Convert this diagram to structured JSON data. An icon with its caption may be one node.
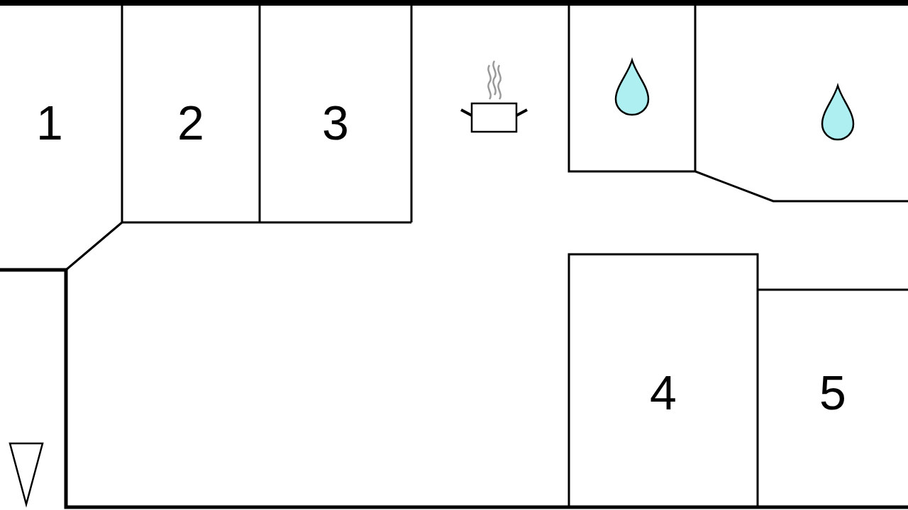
{
  "diagram": {
    "nodes": [
      {
        "text": [
          "1"
        ]
      },
      {
        "text": [
          "2"
        ]
      },
      {
        "text": [
          "3"
        ]
      },
      {
        "text": [
          "4"
        ]
      },
      {
        "text": [
          "5"
        ]
      }
    ]
  }
}
